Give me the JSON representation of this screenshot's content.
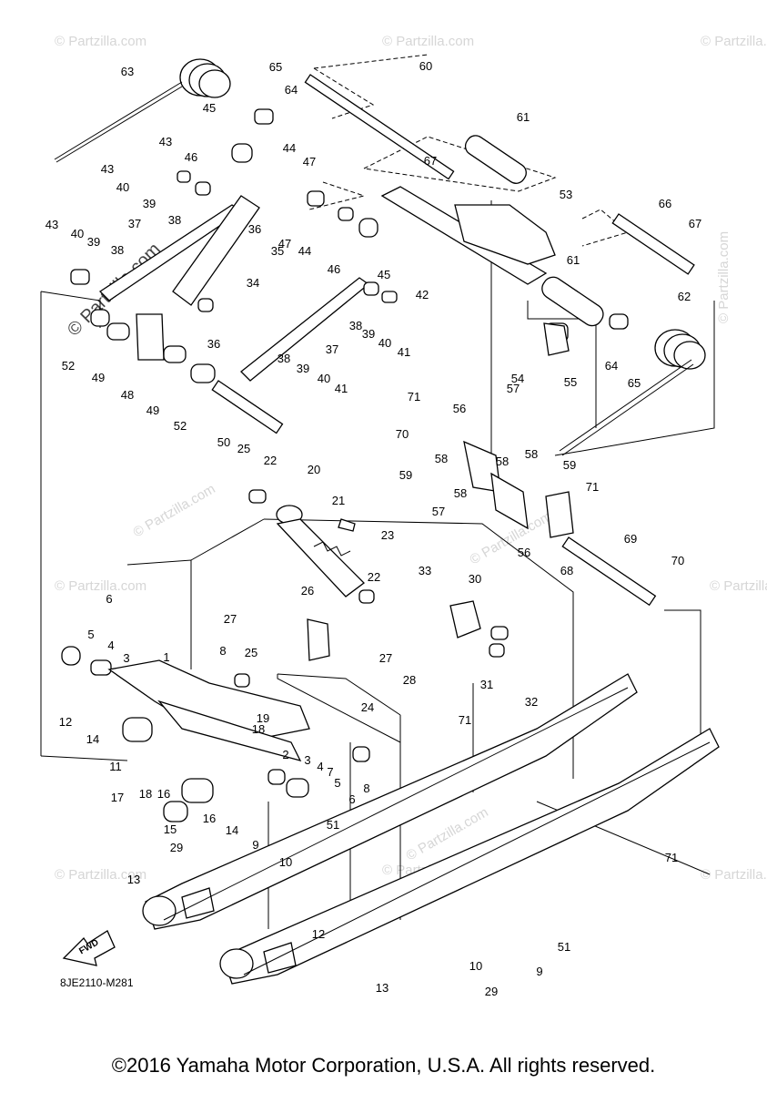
{
  "diagram": {
    "code": "8JE2110-M281",
    "copyright": "©2016 Yamaha Motor Corporation, U.S.A. All rights reserved.",
    "watermark": "© Partzilla.com",
    "fwd_label": "FWD",
    "callouts": [
      {
        "n": "63"
      },
      {
        "n": "65"
      },
      {
        "n": "64"
      },
      {
        "n": "60"
      },
      {
        "n": "61"
      },
      {
        "n": "45"
      },
      {
        "n": "43"
      },
      {
        "n": "46"
      },
      {
        "n": "44"
      },
      {
        "n": "47"
      },
      {
        "n": "43"
      },
      {
        "n": "40"
      },
      {
        "n": "39"
      },
      {
        "n": "38"
      },
      {
        "n": "67"
      },
      {
        "n": "53"
      },
      {
        "n": "66"
      },
      {
        "n": "67"
      },
      {
        "n": "43"
      },
      {
        "n": "40"
      },
      {
        "n": "39"
      },
      {
        "n": "37"
      },
      {
        "n": "38"
      },
      {
        "n": "36"
      },
      {
        "n": "47"
      },
      {
        "n": "44"
      },
      {
        "n": "35"
      },
      {
        "n": "34"
      },
      {
        "n": "46"
      },
      {
        "n": "45"
      },
      {
        "n": "42"
      },
      {
        "n": "61"
      },
      {
        "n": "62"
      },
      {
        "n": "36"
      },
      {
        "n": "52"
      },
      {
        "n": "49"
      },
      {
        "n": "48"
      },
      {
        "n": "38"
      },
      {
        "n": "39"
      },
      {
        "n": "40"
      },
      {
        "n": "41"
      },
      {
        "n": "37"
      },
      {
        "n": "54"
      },
      {
        "n": "55"
      },
      {
        "n": "64"
      },
      {
        "n": "65"
      },
      {
        "n": "38"
      },
      {
        "n": "39"
      },
      {
        "n": "40"
      },
      {
        "n": "41"
      },
      {
        "n": "49"
      },
      {
        "n": "52"
      },
      {
        "n": "50"
      },
      {
        "n": "71"
      },
      {
        "n": "56"
      },
      {
        "n": "57"
      },
      {
        "n": "70"
      },
      {
        "n": "58"
      },
      {
        "n": "58"
      },
      {
        "n": "58"
      },
      {
        "n": "59"
      },
      {
        "n": "59"
      },
      {
        "n": "71"
      },
      {
        "n": "25"
      },
      {
        "n": "22"
      },
      {
        "n": "20"
      },
      {
        "n": "21"
      },
      {
        "n": "58"
      },
      {
        "n": "57"
      },
      {
        "n": "56"
      },
      {
        "n": "68"
      },
      {
        "n": "69"
      },
      {
        "n": "70"
      },
      {
        "n": "23"
      },
      {
        "n": "22"
      },
      {
        "n": "33"
      },
      {
        "n": "30"
      },
      {
        "n": "6"
      },
      {
        "n": "26"
      },
      {
        "n": "27"
      },
      {
        "n": "5"
      },
      {
        "n": "25"
      },
      {
        "n": "27"
      },
      {
        "n": "8"
      },
      {
        "n": "4"
      },
      {
        "n": "3"
      },
      {
        "n": "1"
      },
      {
        "n": "28"
      },
      {
        "n": "31"
      },
      {
        "n": "32"
      },
      {
        "n": "24"
      },
      {
        "n": "19"
      },
      {
        "n": "18"
      },
      {
        "n": "12"
      },
      {
        "n": "14"
      },
      {
        "n": "71"
      },
      {
        "n": "2"
      },
      {
        "n": "3"
      },
      {
        "n": "4"
      },
      {
        "n": "7"
      },
      {
        "n": "11"
      },
      {
        "n": "18"
      },
      {
        "n": "16"
      },
      {
        "n": "5"
      },
      {
        "n": "8"
      },
      {
        "n": "17"
      },
      {
        "n": "16"
      },
      {
        "n": "6"
      },
      {
        "n": "15"
      },
      {
        "n": "14"
      },
      {
        "n": "51"
      },
      {
        "n": "9"
      },
      {
        "n": "29"
      },
      {
        "n": "10"
      },
      {
        "n": "13"
      },
      {
        "n": "71"
      },
      {
        "n": "12"
      },
      {
        "n": "51"
      },
      {
        "n": "10"
      },
      {
        "n": "9"
      },
      {
        "n": "13"
      },
      {
        "n": "29"
      }
    ]
  }
}
